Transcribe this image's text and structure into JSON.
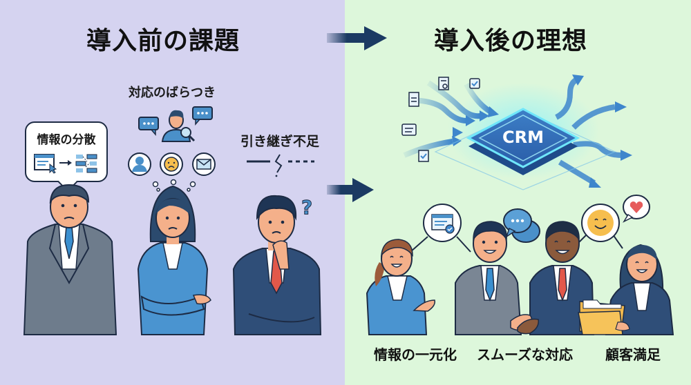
{
  "left": {
    "title": "導入前の課題",
    "issues": [
      {
        "label": "情報の分散",
        "icon": "scattered-data-icon"
      },
      {
        "label": "対応のばらつき",
        "icon": "inconsistent-response-icon"
      },
      {
        "label": "引き継ぎ不足",
        "icon": "broken-handoff-icon"
      }
    ],
    "people": [
      "worried-man-gray-suit",
      "frowning-woman-arms-crossed",
      "confused-man-thinking"
    ]
  },
  "right": {
    "title": "導入後の理想",
    "hub_label": "CRM",
    "benefits": [
      {
        "label": "情報の一元化",
        "icon": "unified-data-icon"
      },
      {
        "label": "スムーズな対応",
        "icon": "chat-bubbles-icon"
      },
      {
        "label": "顧客満足",
        "icon": "smiley-heart-icon"
      }
    ],
    "people": [
      "smiling-woman-presenting",
      "man-handshake",
      "man-handshake-red-tie",
      "woman-holding-folder"
    ]
  },
  "colors": {
    "left_bg": "#D5D3F0",
    "right_bg": "#DDF7DB",
    "arrow": "#1B3A63",
    "accent_blue": "#4A90C9",
    "crm_glow": "#5FD9F2"
  }
}
